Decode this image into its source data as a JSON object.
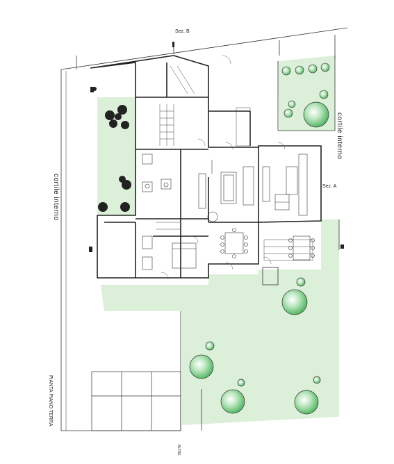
{
  "labels": {
    "cortile_left": "cortile  interno",
    "cortile_right": "cortile  interno",
    "sez_b": "Sez. B",
    "sez_a": "Sez. A",
    "pianta": "PIANTA PIANO TERRA",
    "bottom_mark": "ALTRE"
  },
  "colors": {
    "garden_green": "#d9ecd6",
    "tree_green": "#7ed08a",
    "line": "#333333"
  }
}
